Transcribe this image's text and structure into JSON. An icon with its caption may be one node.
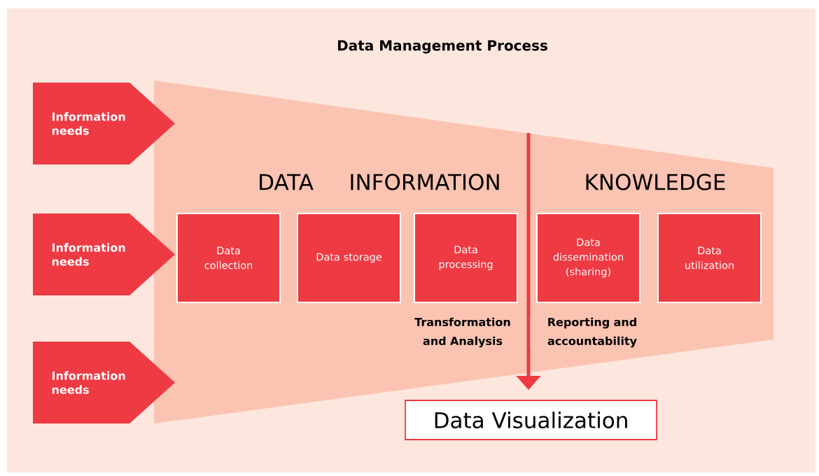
{
  "diagram": {
    "title": "Data Management Process",
    "nodes": [
      {
        "text": [
          "Information needs"
        ]
      },
      {
        "text": [
          "Information needs"
        ]
      },
      {
        "text": [
          "Information needs"
        ]
      },
      {
        "text": [
          "Data collection"
        ]
      },
      {
        "text": [
          "Data storage"
        ]
      },
      {
        "text": [
          "Data processing"
        ]
      },
      {
        "text": [
          "Data dissemination (sharing)"
        ]
      },
      {
        "text": [
          "Data utilization"
        ]
      },
      {
        "text": [
          "Data Visualization"
        ]
      }
    ],
    "edges": [
      {
        "from": null,
        "to": 8,
        "arrow": "to"
      }
    ],
    "labels": [
      "DATA",
      "INFORMATION",
      "KNOWLEDGE",
      "Transformation and Analysis",
      "Reporting and accountability"
    ]
  }
}
